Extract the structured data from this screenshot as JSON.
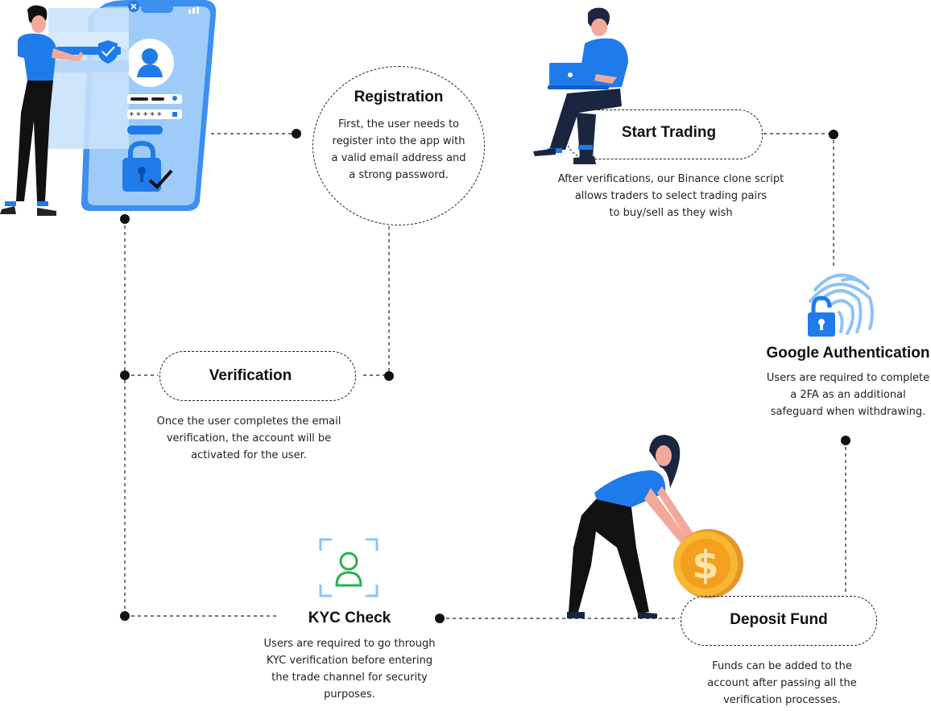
{
  "steps": {
    "registration": {
      "title": "Registration",
      "desc": [
        "First, the user needs to",
        "register into the app with",
        "a valid email address and",
        "a strong password."
      ]
    },
    "start_trading": {
      "title": "Start Trading",
      "desc": [
        "After verifications, our Binance clone script",
        "allows traders to select trading pairs",
        "to buy/sell as they wish"
      ]
    },
    "verification": {
      "title": "Verification",
      "desc": [
        "Once the user completes the email",
        "verification, the account will be",
        "activated for the user."
      ]
    },
    "google_auth": {
      "title": "Google Authentication",
      "desc": [
        "Users are required to complete",
        "a 2FA as an additional",
        "safeguard when withdrawing."
      ]
    },
    "kyc": {
      "title": "KYC Check",
      "desc": [
        "Users are required to go through",
        "KYC verification before entering",
        "the trade channel for security",
        "purposes."
      ]
    },
    "deposit": {
      "title": "Deposit Fund",
      "desc": [
        "Funds can be added to the",
        "account after passing all the",
        "verification processes."
      ]
    }
  },
  "phone": {
    "password_mask": "*****"
  },
  "colors": {
    "accent_blue": "#1f7bea",
    "light_blue": "#8fc2f5",
    "kyc_green": "#27b34b",
    "coin_gold": "#f7b733",
    "line": "#222222"
  },
  "icons": [
    "close-icon",
    "shield-check-icon",
    "user-avatar-icon",
    "padlock-check-icon",
    "fingerprint-lock-icon",
    "kyc-user-frame-icon",
    "dollar-coin-icon"
  ]
}
